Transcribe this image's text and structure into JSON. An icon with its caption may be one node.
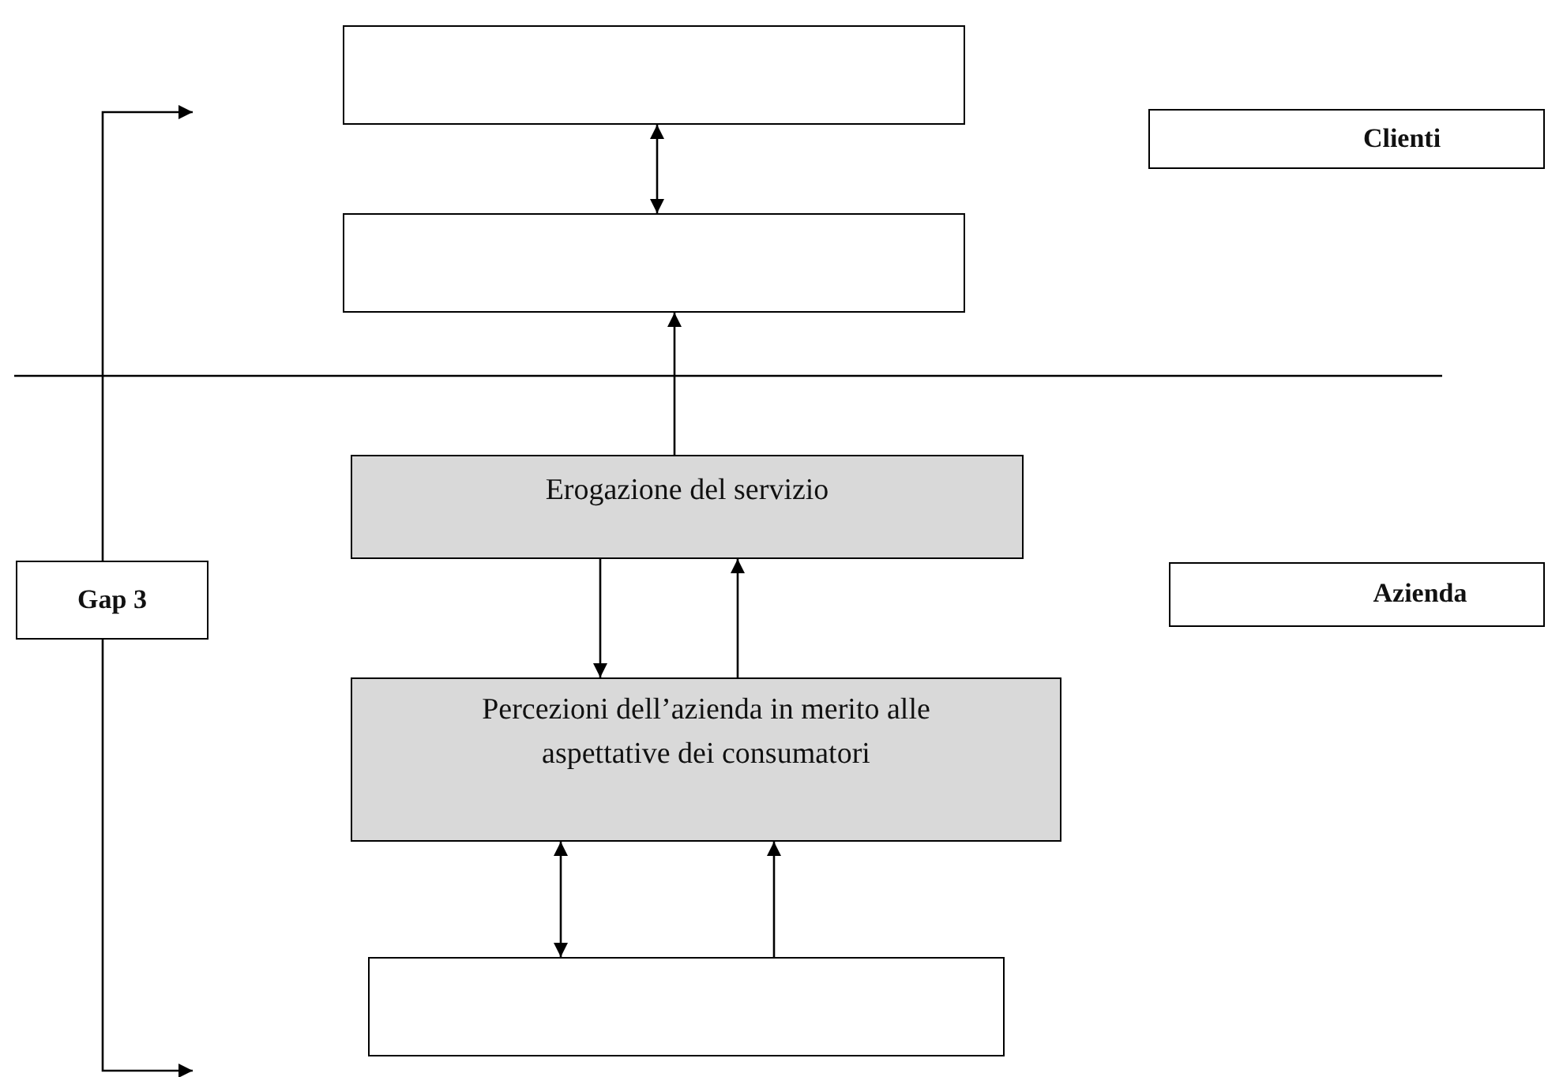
{
  "diagram": {
    "nodes": [
      {
        "text": [],
        "shape": "box"
      },
      {
        "text": [
          "Clienti"
        ]
      },
      {
        "text": [],
        "shape": "box"
      },
      {
        "text": [
          "Erogazione del servizio"
        ]
      },
      {
        "text": [
          "Gap 3"
        ]
      },
      {
        "text": [
          "Azienda"
        ]
      },
      {
        "text": [
          "Percezioni dell’azienda in merito alle aspettative dei consumatori"
        ]
      },
      {
        "text": [],
        "shape": "box"
      }
    ],
    "edges": [
      {
        "from": 0,
        "to": 2,
        "arrow": "both"
      },
      {
        "from": 3,
        "to": 2,
        "arrow": "to"
      },
      {
        "from": 3,
        "to": 6,
        "arrow": "to"
      },
      {
        "from": 6,
        "to": 3,
        "arrow": "to"
      },
      {
        "from": 6,
        "to": 7,
        "arrow": "both"
      },
      {
        "from": 7,
        "to": 6,
        "arrow": "to"
      },
      {
        "from": 4,
        "to": null,
        "arrow": "to"
      },
      {
        "from": 4,
        "to": null,
        "arrow": "to"
      }
    ]
  }
}
